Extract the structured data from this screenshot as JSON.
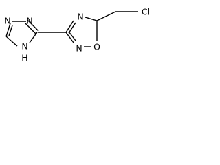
{
  "molecule": {
    "atoms": {
      "n_tri_1": "N",
      "n_tri_2": "N",
      "n_tri_h": "N",
      "h_tri": "H",
      "n_oxa_top": "N",
      "n_oxa_bottom": "N",
      "o_oxa": "O",
      "cl": "Cl"
    }
  },
  "colors": {
    "bond": "#000000",
    "background": "#ffffff"
  }
}
